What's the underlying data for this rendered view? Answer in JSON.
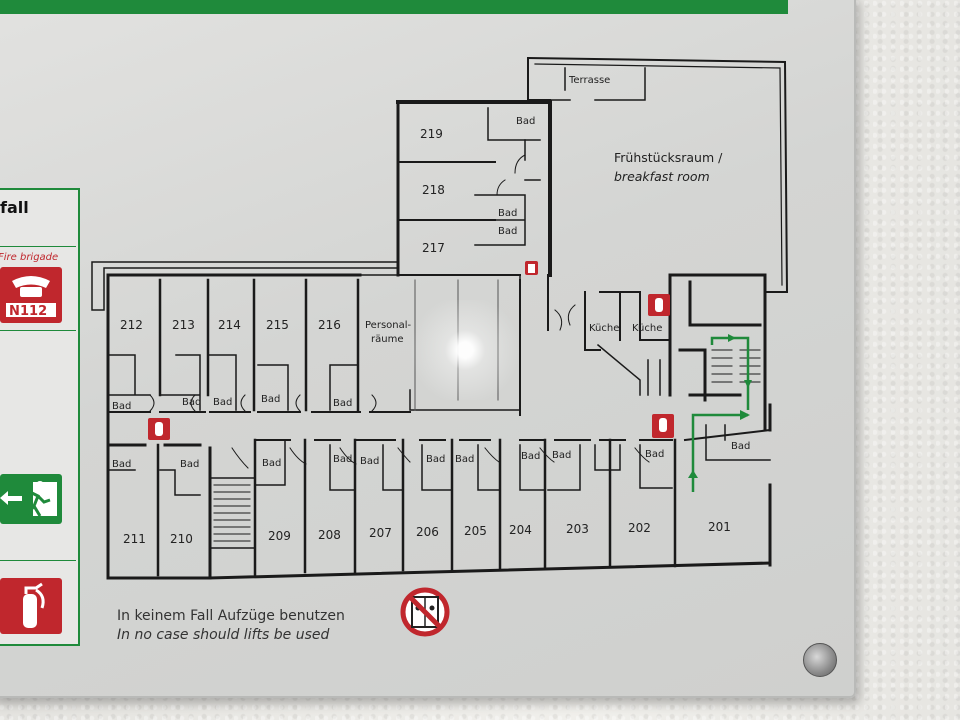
{
  "legend": {
    "title_fragment": "fall",
    "fire_brigade_label": "Fire brigade",
    "emergency_number": "112",
    "phone_prefix": "N"
  },
  "plan": {
    "rooms_upper_wing": [
      "219",
      "218",
      "217"
    ],
    "rooms_north_row": [
      "212",
      "213",
      "214",
      "215",
      "216"
    ],
    "staff_room": [
      "Personal-",
      "räume"
    ],
    "rooms_south_row": [
      "211",
      "210",
      "209",
      "208",
      "207",
      "206",
      "205",
      "204",
      "203",
      "202",
      "201"
    ],
    "bath_label": "Bad",
    "terrace": "Terrasse",
    "breakfast_room_de": "Frühstücksraum /",
    "breakfast_room_en": "breakfast room",
    "kitchen_1": "Küche",
    "kitchen_2": "Küche"
  },
  "notice": {
    "line_de": "In keinem Fall Aufzüge benutzen",
    "line_en": "In no case should lifts be used"
  },
  "colors": {
    "exit_green": "#1f8a3b",
    "fire_red": "#c0272d",
    "wall_dark": "#1a1a1a"
  }
}
